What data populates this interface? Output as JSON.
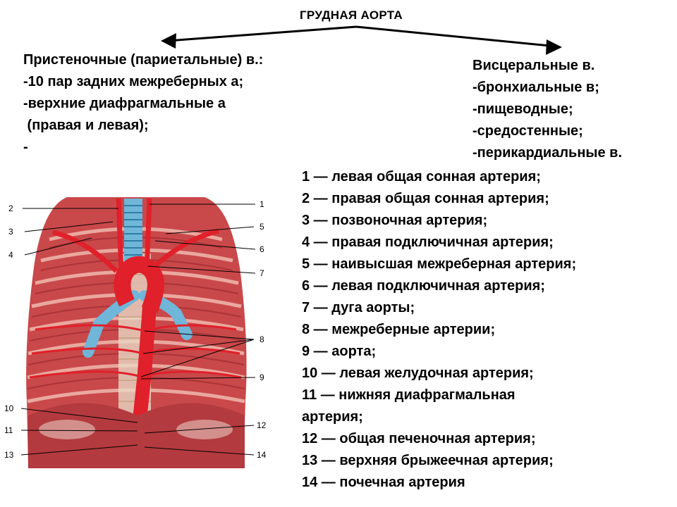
{
  "title": "ГРУДНАЯ АОРТА",
  "parietal": {
    "lines": [
      "Пристеночные (париетальные) в.:",
      "-10 пар задних межреберных а;",
      "-верхние диафрагмальные а",
      " (правая и левая);",
      "-"
    ]
  },
  "visceral": {
    "lines": [
      "Висцеральные в.",
      "-бронхиальные в;",
      "-пищеводные;",
      "-средостенные;",
      "-перикардиальные в."
    ]
  },
  "legend": {
    "lines": [
      "1 — левая общая сонная артерия;",
      "2 — правая общая сонная артерия;",
      "3 — позвоночная артерия;",
      "4 — правая подключичная артерия;",
      "5 — наивысшая межреберная артерия;",
      "6 — левая подключичная артерия;",
      "7 — дуга аорты;",
      "8 — межреберные артерии;",
      "9 — аорта;",
      "10 — левая желудочная артерия;",
      "11 — нижняя диафрагмальная",
      "артерия;",
      "12 — общая печеночная артерия;",
      "13 — верхняя брыжеечная артерия;",
      "14 — почечная артерия"
    ]
  },
  "figure": {
    "labels": [
      "1",
      "2",
      "3",
      "4",
      "5",
      "6",
      "7",
      "8",
      "9",
      "10",
      "11",
      "12",
      "13",
      "14"
    ],
    "colors": {
      "muscle": "#c9484a",
      "muscle_dark": "#9e2b30",
      "artery": "#e0202a",
      "trachea": "#6fb6d9",
      "bone": "#e9d7c3",
      "rib_light": "#f0b9ad"
    }
  }
}
